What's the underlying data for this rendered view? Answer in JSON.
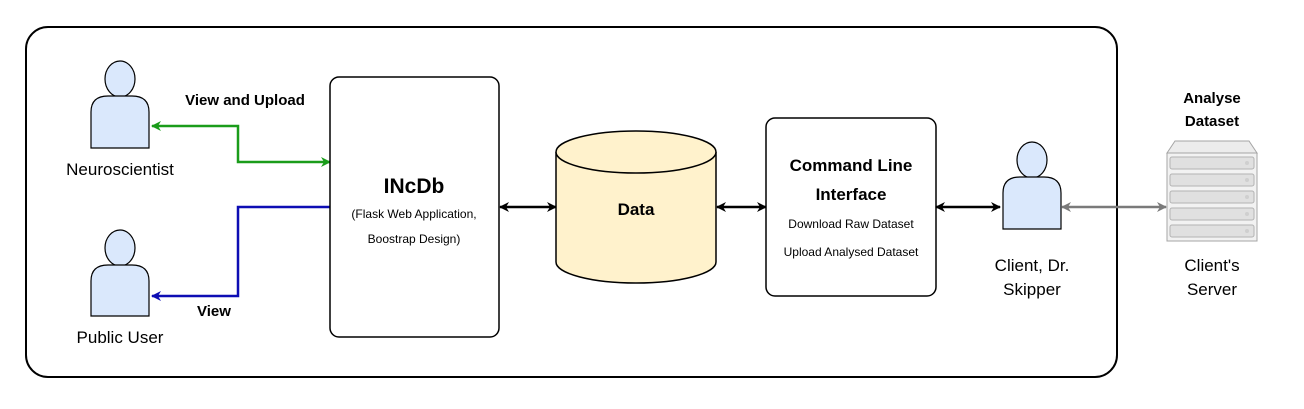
{
  "actors": {
    "neuroscientist": {
      "label": "Neuroscientist"
    },
    "public_user": {
      "label": "Public User"
    },
    "client": {
      "label_line1": "Client, Dr.",
      "label_line2": "Skipper"
    }
  },
  "edges": {
    "view_and_upload": "View and Upload",
    "view": "View"
  },
  "incdb": {
    "title": "INcDb",
    "subtitle_line1": "(Flask Web Application,",
    "subtitle_line2": "Boostrap Design)"
  },
  "database": {
    "label": "Data"
  },
  "cli": {
    "title_line1": "Command Line",
    "title_line2": "Interface",
    "item1": "Download Raw Dataset",
    "item2": "Upload Analysed Dataset"
  },
  "server": {
    "top_line1": "Analyse",
    "top_line2": "Dataset",
    "label_line1": "Client's",
    "label_line2": "Server"
  },
  "colors": {
    "person_fill": "#dae8fc",
    "database_fill": "#fff2cc",
    "green_arrow": "#1a9c1a",
    "blue_arrow": "#0d0db4",
    "gray_arrow": "#7a7a7a"
  }
}
